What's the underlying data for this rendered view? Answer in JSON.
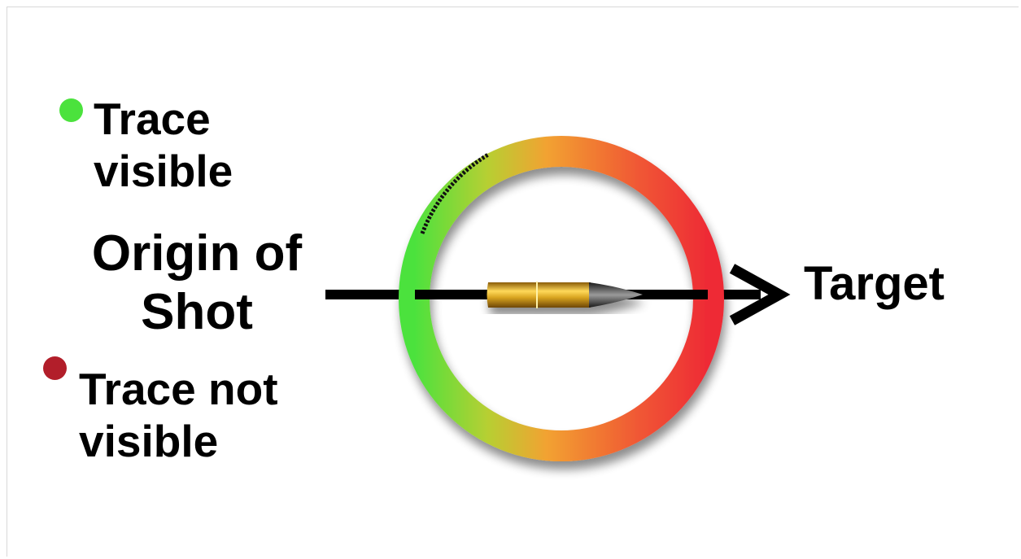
{
  "legend": {
    "visible_label": "Trace visible",
    "not_visible_label": "Trace not visible",
    "visible_color": "#4be23d",
    "not_visible_color": "#b21e2a"
  },
  "origin_label": "Origin of Shot",
  "target_label": "Target",
  "ring_colors": [
    "#4be23d",
    "#f2a230",
    "#ee2a35"
  ],
  "bullet_color": "#d9a521"
}
